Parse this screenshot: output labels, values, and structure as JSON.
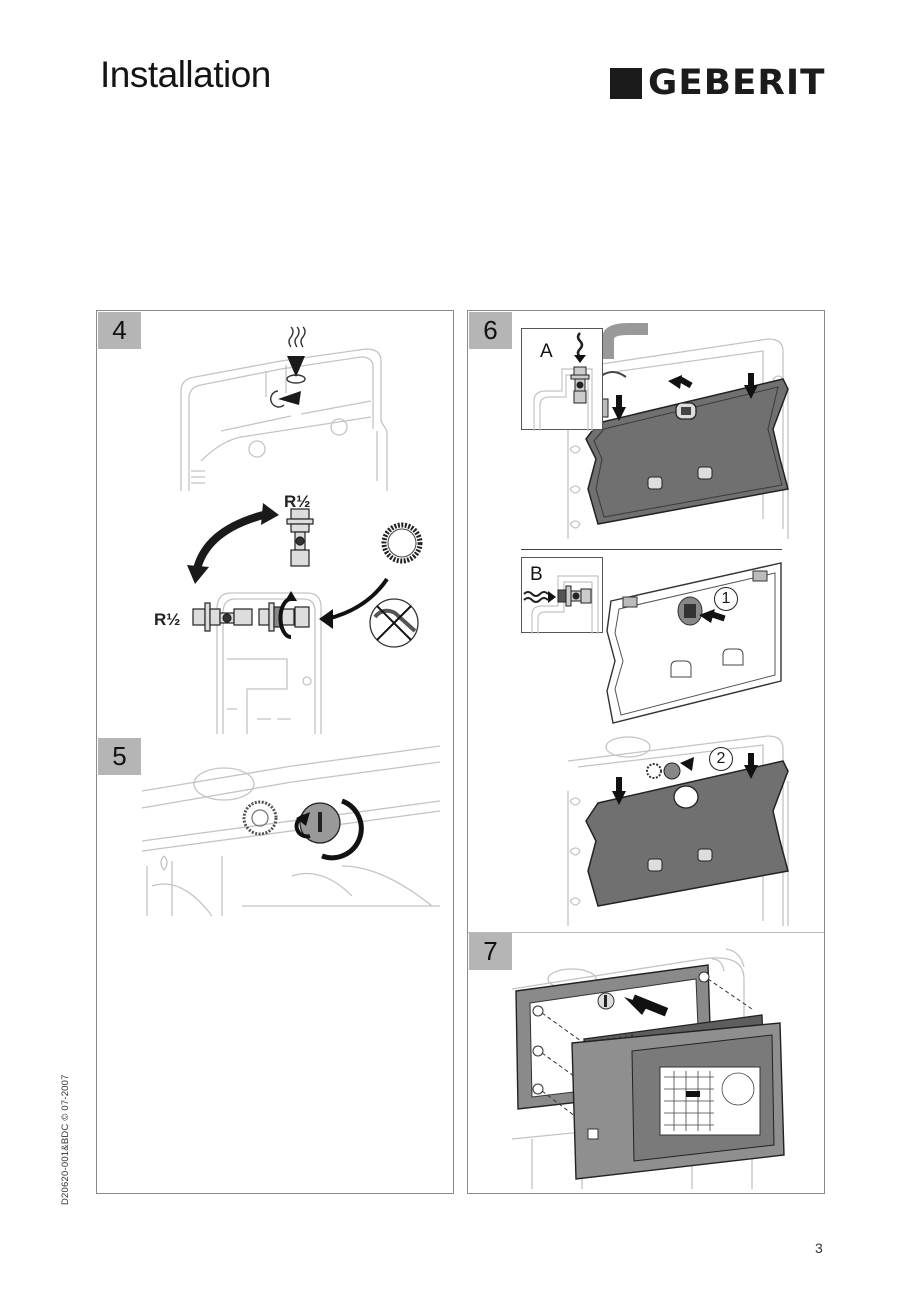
{
  "header": {
    "title": "Installation",
    "brand": "GEBERIT"
  },
  "steps": [
    {
      "number": "4",
      "labels": {
        "thread_top": "R½",
        "thread_left": "R½"
      }
    },
    {
      "number": "5"
    },
    {
      "number": "6",
      "insets": [
        {
          "label": "A"
        },
        {
          "label": "B"
        }
      ],
      "callouts": [
        "1",
        "2"
      ]
    },
    {
      "number": "7"
    }
  ],
  "footer": {
    "doc_code": "D20620-001&BDC © 07-2007",
    "page_number": "3"
  },
  "colors": {
    "badge_fill": "#b5b5b5",
    "panel_border": "#8a8a8a",
    "cover_gray": "#6e6e6e",
    "line_art": "#c8c8c8"
  }
}
